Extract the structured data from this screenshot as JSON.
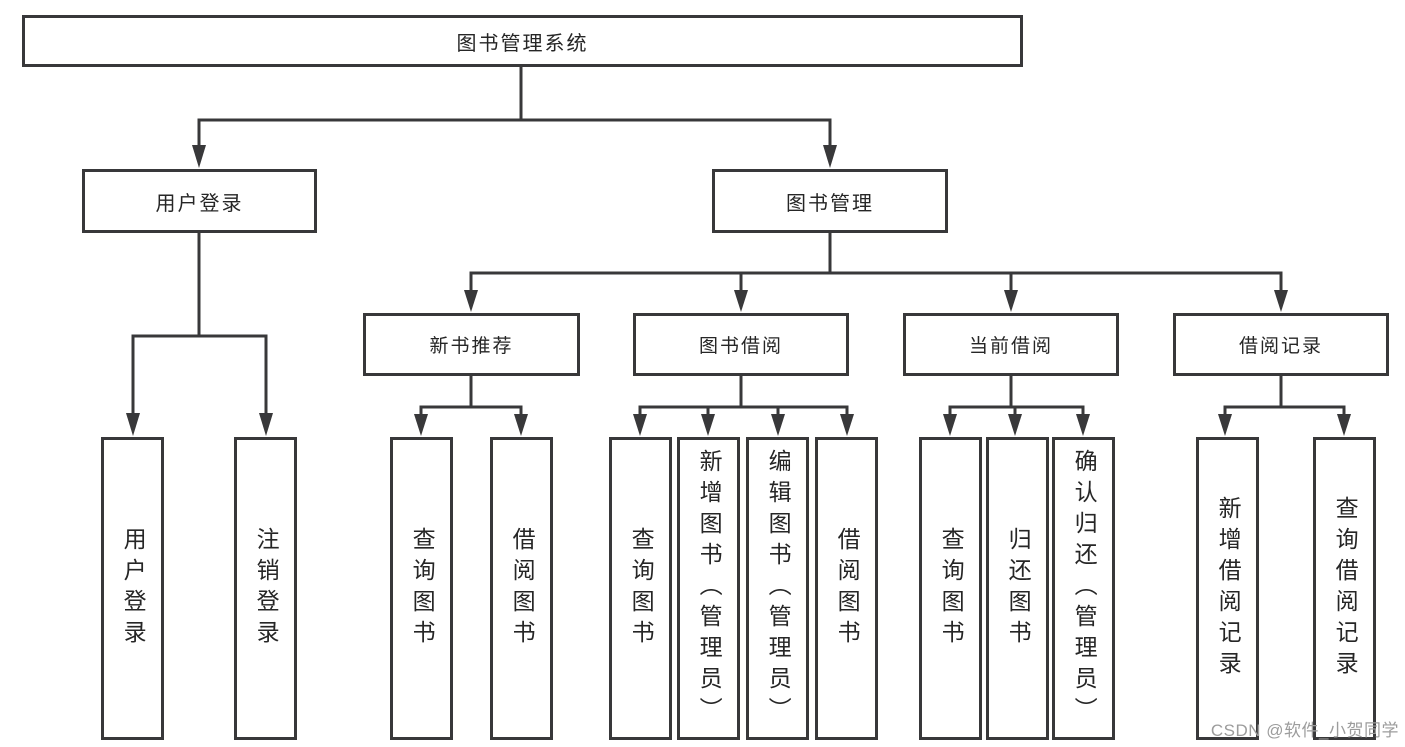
{
  "tree": {
    "root": {
      "label": "图书管理系统"
    },
    "branches": [
      {
        "label": "用户登录",
        "children": [
          {
            "label": "用户登录"
          },
          {
            "label": "注销登录"
          }
        ]
      },
      {
        "label": "图书管理",
        "children": [
          {
            "label": "新书推荐",
            "children": [
              {
                "label": "查询图书"
              },
              {
                "label": "借阅图书"
              }
            ]
          },
          {
            "label": "图书借阅",
            "children": [
              {
                "label": "查询图书"
              },
              {
                "label": "新增图书（管理员）"
              },
              {
                "label": "编辑图书（管理员）"
              },
              {
                "label": "借阅图书"
              }
            ]
          },
          {
            "label": "当前借阅",
            "children": [
              {
                "label": "查询图书"
              },
              {
                "label": "归还图书"
              },
              {
                "label": "确认归还（管理员）"
              }
            ]
          },
          {
            "label": "借阅记录",
            "children": [
              {
                "label": "新增借阅记录"
              },
              {
                "label": "查询借阅记录"
              }
            ]
          }
        ]
      }
    ]
  },
  "watermark": {
    "text": "CSDN @软件_小贺同学"
  },
  "colors": {
    "line": "#38383a",
    "text": "#262626",
    "box_background": "#ffffff",
    "page_background": "#ffffff",
    "watermark": "#9c9c9c"
  }
}
